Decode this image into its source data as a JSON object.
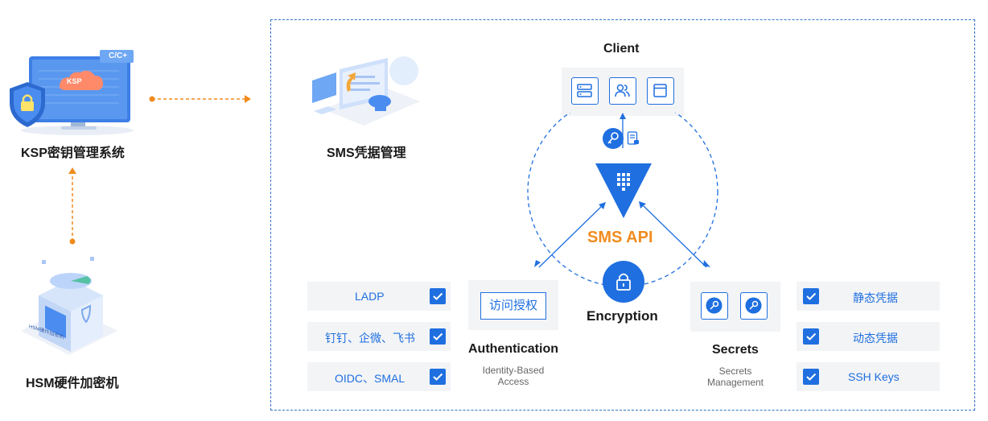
{
  "ksp": {
    "title": "KSP密钥管理系统",
    "badge": "KSP",
    "lang_tag": "C/C+"
  },
  "hsm": {
    "title": "HSM硬件加密机",
    "device_text": "HSM硬件加密机"
  },
  "sms": {
    "title": "SMS凭据管理"
  },
  "client": {
    "title": "Client"
  },
  "api": {
    "title": "SMS API"
  },
  "encryption": {
    "title": "Encryption"
  },
  "authentication": {
    "title": "Authentication",
    "box_label": "访问授权",
    "subtitle_line1": "Identity-Based",
    "subtitle_line2": "Access",
    "items": [
      "LADP",
      "钉钉、企微、飞书",
      "OIDC、SMAL"
    ]
  },
  "secrets": {
    "title": "Secrets",
    "subtitle_line1": "Secrets",
    "subtitle_line2": "Management",
    "items": [
      "静态凭据",
      "动态凭据",
      "SSH Keys"
    ]
  },
  "colors": {
    "accent_blue": "#1f6fe0",
    "accent_orange": "#f08c1e",
    "frame_blue": "#2f73c9"
  },
  "icons": [
    "server-icon",
    "users-icon",
    "window-icon",
    "key-icon",
    "document-icon",
    "vault-triangle-icon",
    "lock-icon",
    "shield-lock-icon"
  ]
}
